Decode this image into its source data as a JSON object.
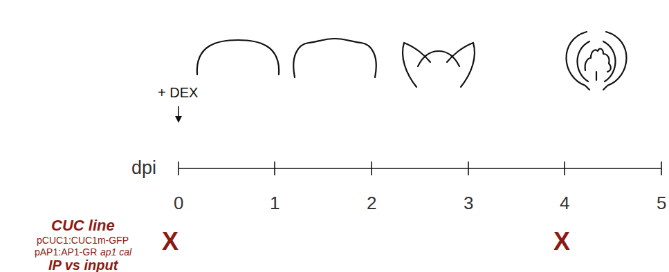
{
  "diagram": {
    "labels": [
      "+ DEX",
      "dpi",
      "0",
      "1",
      "2",
      "3",
      "4",
      "5",
      "CUC line",
      "pCUC1:CUC1m-GFP",
      "pAP1:AP1-GR",
      "ap1 cal",
      "IP vs input",
      "X",
      "X"
    ]
  }
}
